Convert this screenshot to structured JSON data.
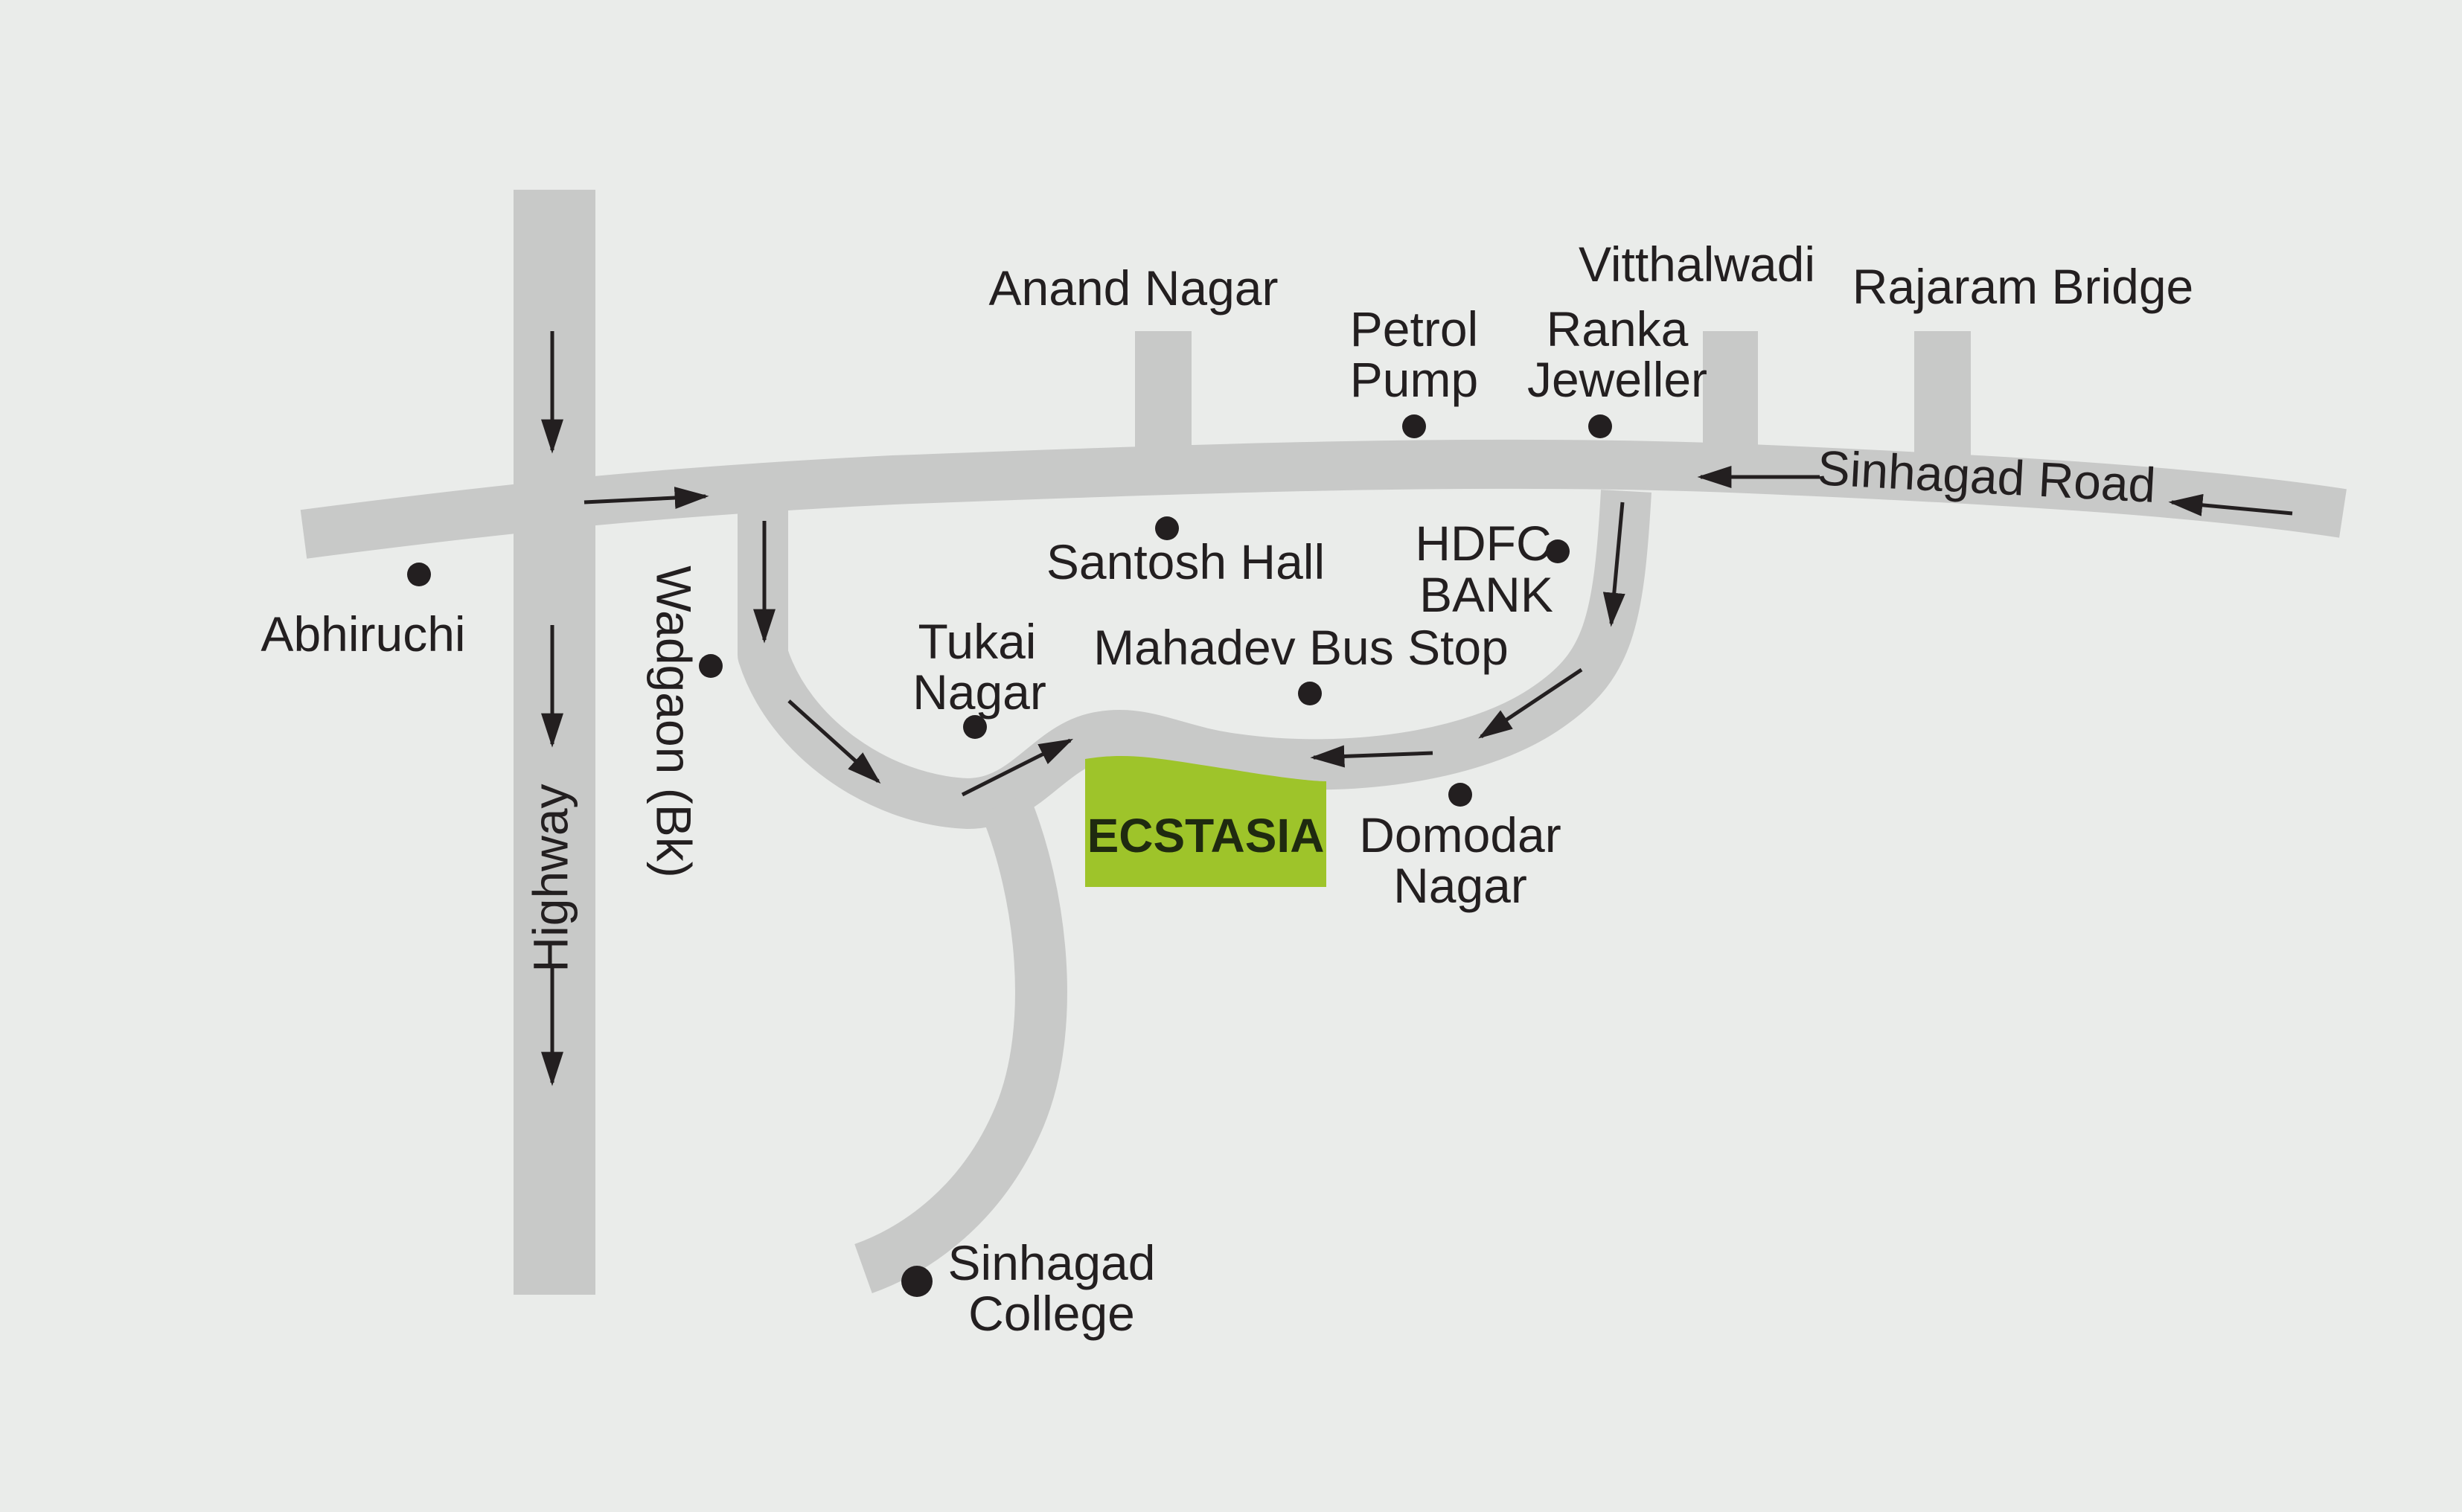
{
  "map": {
    "colors": {
      "background": "#eaecea",
      "road": "#c8c9c8",
      "text": "#231f20",
      "destination": "#9ec42a"
    },
    "roads": {
      "highway": "Highway",
      "sinhagad_road": "Sinhagad Road",
      "wadgaon": "Wadgaon (Bk)"
    },
    "landmarks": {
      "anand_nagar": "Anand Nagar",
      "petrol_pump_1": "Petrol",
      "petrol_pump_2": "Pump",
      "vitthalwadi": "Vitthalwadi",
      "ranka_1": "Ranka",
      "ranka_2": "Jeweller",
      "rajaram_bridge": "Rajaram Bridge",
      "abhiruchi": "Abhiruchi",
      "santosh_hall": "Santosh Hall",
      "hdfc_1": "HDFC",
      "hdfc_2": "BANK",
      "tukai_1": "Tukai",
      "tukai_2": "Nagar",
      "mahadev": "Mahadev Bus Stop",
      "domodar_1": "Domodar",
      "domodar_2": "Nagar",
      "sinhagad_college_1": "Sinhagad",
      "sinhagad_college_2": "College"
    },
    "destination": {
      "name": "ECSTASIA"
    }
  }
}
